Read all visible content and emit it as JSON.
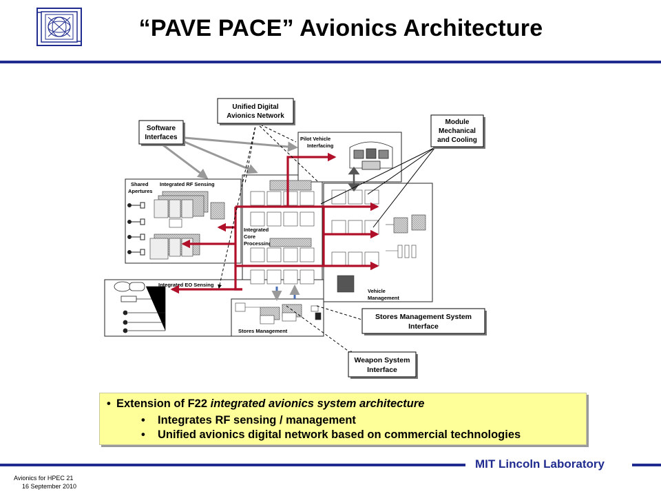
{
  "slide": {
    "title": "“PAVE PACE”  Avionics Architecture"
  },
  "diagram": {
    "callouts": {
      "unified_network_1": "Unified Digital",
      "unified_network_2": "Avionics Network",
      "software_1": "Software",
      "software_2": "Interfaces",
      "module_1": "Module",
      "module_2": "Mechanical",
      "module_3": "and Cooling",
      "stores_iface_1": "Stores Management System",
      "stores_iface_2": "Interface",
      "weapon_1": "Weapon System",
      "weapon_2": "Interface"
    },
    "labels": {
      "pilot_1": "Pilot Vehicle",
      "pilot_2": "Interfacing",
      "shared_1": "Shared",
      "shared_2": "Apertures",
      "rf_sensing": "Integrated RF Sensing",
      "core_1": "Integrated",
      "core_2": "Core",
      "core_3": "Processing",
      "eo_sensing": "Integrated EO Sensing",
      "vehicle_1": "Vehicle",
      "vehicle_2": "Management",
      "stores_mgmt": "Stores Management"
    },
    "colors": {
      "red_bus": "#b0102a",
      "frame_blue": "#1f2b8f"
    }
  },
  "summary": {
    "main_prefix": "Extension of F22 ",
    "main_italic": "integrated avionics system architecture",
    "sub1": "Integrates RF sensing / management",
    "sub2": "Unified avionics digital network based on commercial technologies"
  },
  "footer": {
    "lab": "MIT Lincoln Laboratory",
    "course": "Avionics for HPEC  21",
    "date": "16 September 2010"
  }
}
